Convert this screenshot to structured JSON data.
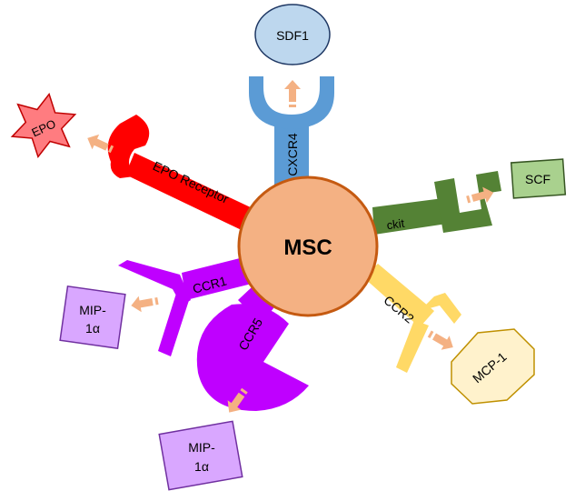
{
  "center": {
    "label": "MSC"
  },
  "receptors": {
    "cxcr4": {
      "label": "CXCR4"
    },
    "epo_receptor": {
      "label": "EPO Receptor"
    },
    "ckit": {
      "label": "ckit"
    },
    "ccr1": {
      "label": "CCR1"
    },
    "ccr5": {
      "label": "CCR5"
    },
    "ccr2": {
      "label": "CCR2"
    }
  },
  "ligands": {
    "sdf1": {
      "label": "SDF1"
    },
    "epo": {
      "label": "EPO"
    },
    "scf": {
      "label": "SCF"
    },
    "mip1a_ccr1": {
      "line1": "MIP-",
      "line2": "1α"
    },
    "mip1a_ccr5": {
      "line1": "MIP-",
      "line2": "1α"
    },
    "mcp1": {
      "label": "MCP-1"
    }
  },
  "colors": {
    "msc_fill": "#f4b183",
    "msc_stroke": "#c55a11",
    "cxcr4": "#5b9bd5",
    "epo_receptor": "#ff0000",
    "ckit": "#548235",
    "ccr1_ccr5": "#bf00ff",
    "ccr2": "#ffd966",
    "sdf1_fill": "#bdd7ee",
    "epo_fill": "#ff7c80",
    "scf_fill": "#a9d18e",
    "mip_fill": "#d9a7ff",
    "mcp1_fill": "#fff2cc",
    "arrow": "#f4b183"
  }
}
